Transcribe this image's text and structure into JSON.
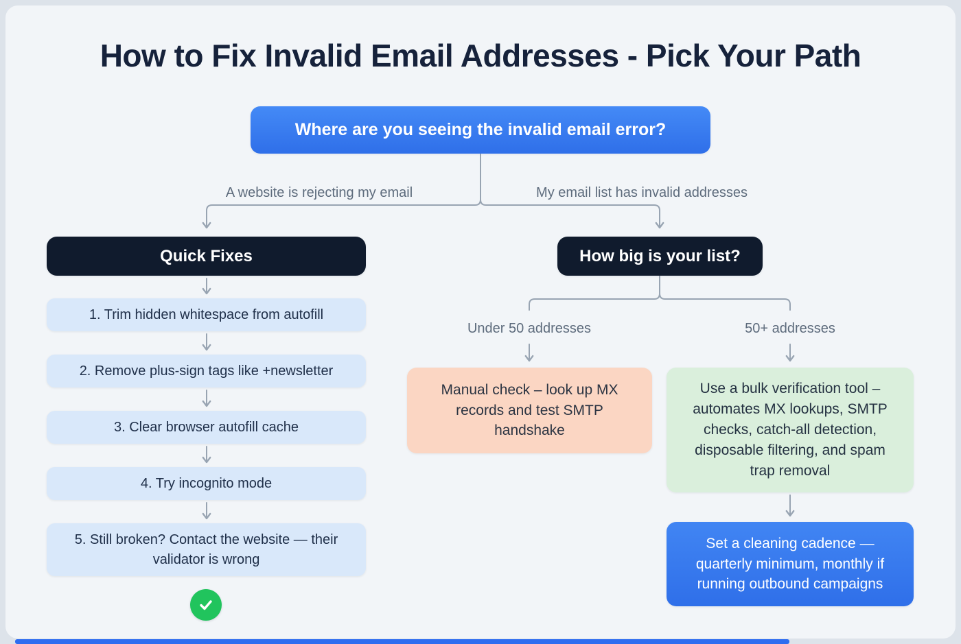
{
  "title": "How to Fix Invalid Email Addresses - Pick Your Path",
  "root_question": "Where are you seeing the invalid email error?",
  "branches": {
    "left_label": "A website is rejecting my email",
    "right_label": "My email list has invalid addresses"
  },
  "quick_fixes": {
    "header": "Quick Fixes",
    "steps": [
      "1. Trim hidden whitespace from autofill",
      "2. Remove plus-sign tags like +newsletter",
      "3. Clear browser autofill cache",
      "4. Try incognito mode",
      "5. Still broken? Contact the website — their validator is wrong"
    ]
  },
  "list_branch": {
    "header": "How big is your list?",
    "under_label": "Under 50 addresses",
    "over_label": "50+ addresses",
    "manual_check": "Manual check – look up MX records and test SMTP handshake",
    "bulk_tool": "Use a bulk verification tool – automates MX lookups, SMTP checks, catch-all detection, disposable filtering, and spam trap removal",
    "cadence": "Set a cleaning cadence — quarterly minimum, monthly if running outbound campaigns"
  },
  "icons": {
    "success": "check-circle"
  },
  "colors": {
    "accent_blue": "#3b7cf0",
    "dark_navy": "#101b2d",
    "light_blue": "#d9e8fa",
    "peach": "#fbd6c3",
    "light_green": "#daefdc",
    "success_green": "#21c45d",
    "connector_gray": "#98a4b2",
    "background": "#f2f5f8"
  }
}
